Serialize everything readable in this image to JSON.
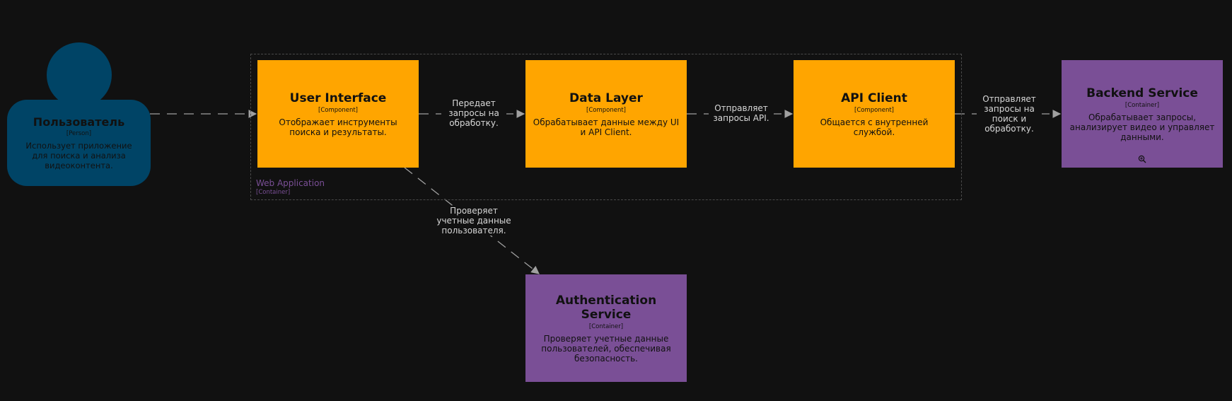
{
  "colors": {
    "background": "#111111",
    "component": "#ffa500",
    "container": "#7a4f96",
    "person": "#004466",
    "edge": "#a0a0a0",
    "boundary": "#4a4a4a"
  },
  "person": {
    "title": "Пользователь",
    "tag": "[Person]",
    "desc": "Использует приложение для поиска и анализа видеоконтента."
  },
  "boundary": {
    "label": "Web Application",
    "tag": "[Container]"
  },
  "nodes": {
    "ui": {
      "title": "User Interface",
      "tag": "[Component]",
      "desc": "Отображает инструменты поиска и результаты."
    },
    "data": {
      "title": "Data Layer",
      "tag": "[Component]",
      "desc": "Обрабатывает данные между UI и API Client."
    },
    "api": {
      "title": "API Client",
      "tag": "[Component]",
      "desc": "Общается с внутренней службой."
    },
    "backend": {
      "title": "Backend Service",
      "tag": "[Container]",
      "desc": "Обрабатывает запросы, анализирует видео и управляет данными.",
      "icon": "zoom-in-icon"
    },
    "auth": {
      "title": "Authentication Service",
      "tag": "[Container]",
      "desc": "Проверяет учетные данные пользователей, обеспечивая безопасность."
    }
  },
  "edges": {
    "ui_to_data": "Передает запросы на обработку.",
    "data_to_api": "Отправляет запросы API.",
    "api_to_backend": "Отправляет запросы на поиск и обработку.",
    "ui_to_auth": "Проверяет учетные данные пользователя."
  }
}
